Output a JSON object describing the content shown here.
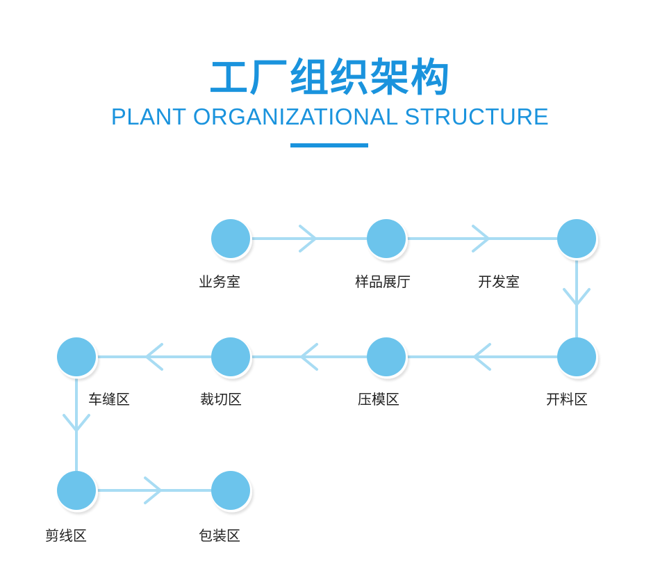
{
  "header": {
    "title": "工厂组织架构",
    "subtitle": "PLANT ORGANIZATIONAL STRUCTURE"
  },
  "colors": {
    "title": "#1a93dd",
    "node": "#6cc4ec",
    "connector": "#a8dcf3",
    "label": "#222222"
  },
  "nodes": [
    {
      "id": "n1",
      "label": "业务室"
    },
    {
      "id": "n2",
      "label": "样品展厅"
    },
    {
      "id": "n3",
      "label": "开发室"
    },
    {
      "id": "n4",
      "label": "开料区"
    },
    {
      "id": "n5",
      "label": "压模区"
    },
    {
      "id": "n6",
      "label": "裁切区"
    },
    {
      "id": "n7",
      "label": "车缝区"
    },
    {
      "id": "n8",
      "label": "剪线区"
    },
    {
      "id": "n9",
      "label": "包装区"
    }
  ],
  "edges": [
    {
      "from": "n1",
      "to": "n2"
    },
    {
      "from": "n2",
      "to": "n3"
    },
    {
      "from": "n3",
      "to": "n4"
    },
    {
      "from": "n4",
      "to": "n5"
    },
    {
      "from": "n5",
      "to": "n6"
    },
    {
      "from": "n6",
      "to": "n7"
    },
    {
      "from": "n7",
      "to": "n8"
    },
    {
      "from": "n8",
      "to": "n9"
    }
  ]
}
